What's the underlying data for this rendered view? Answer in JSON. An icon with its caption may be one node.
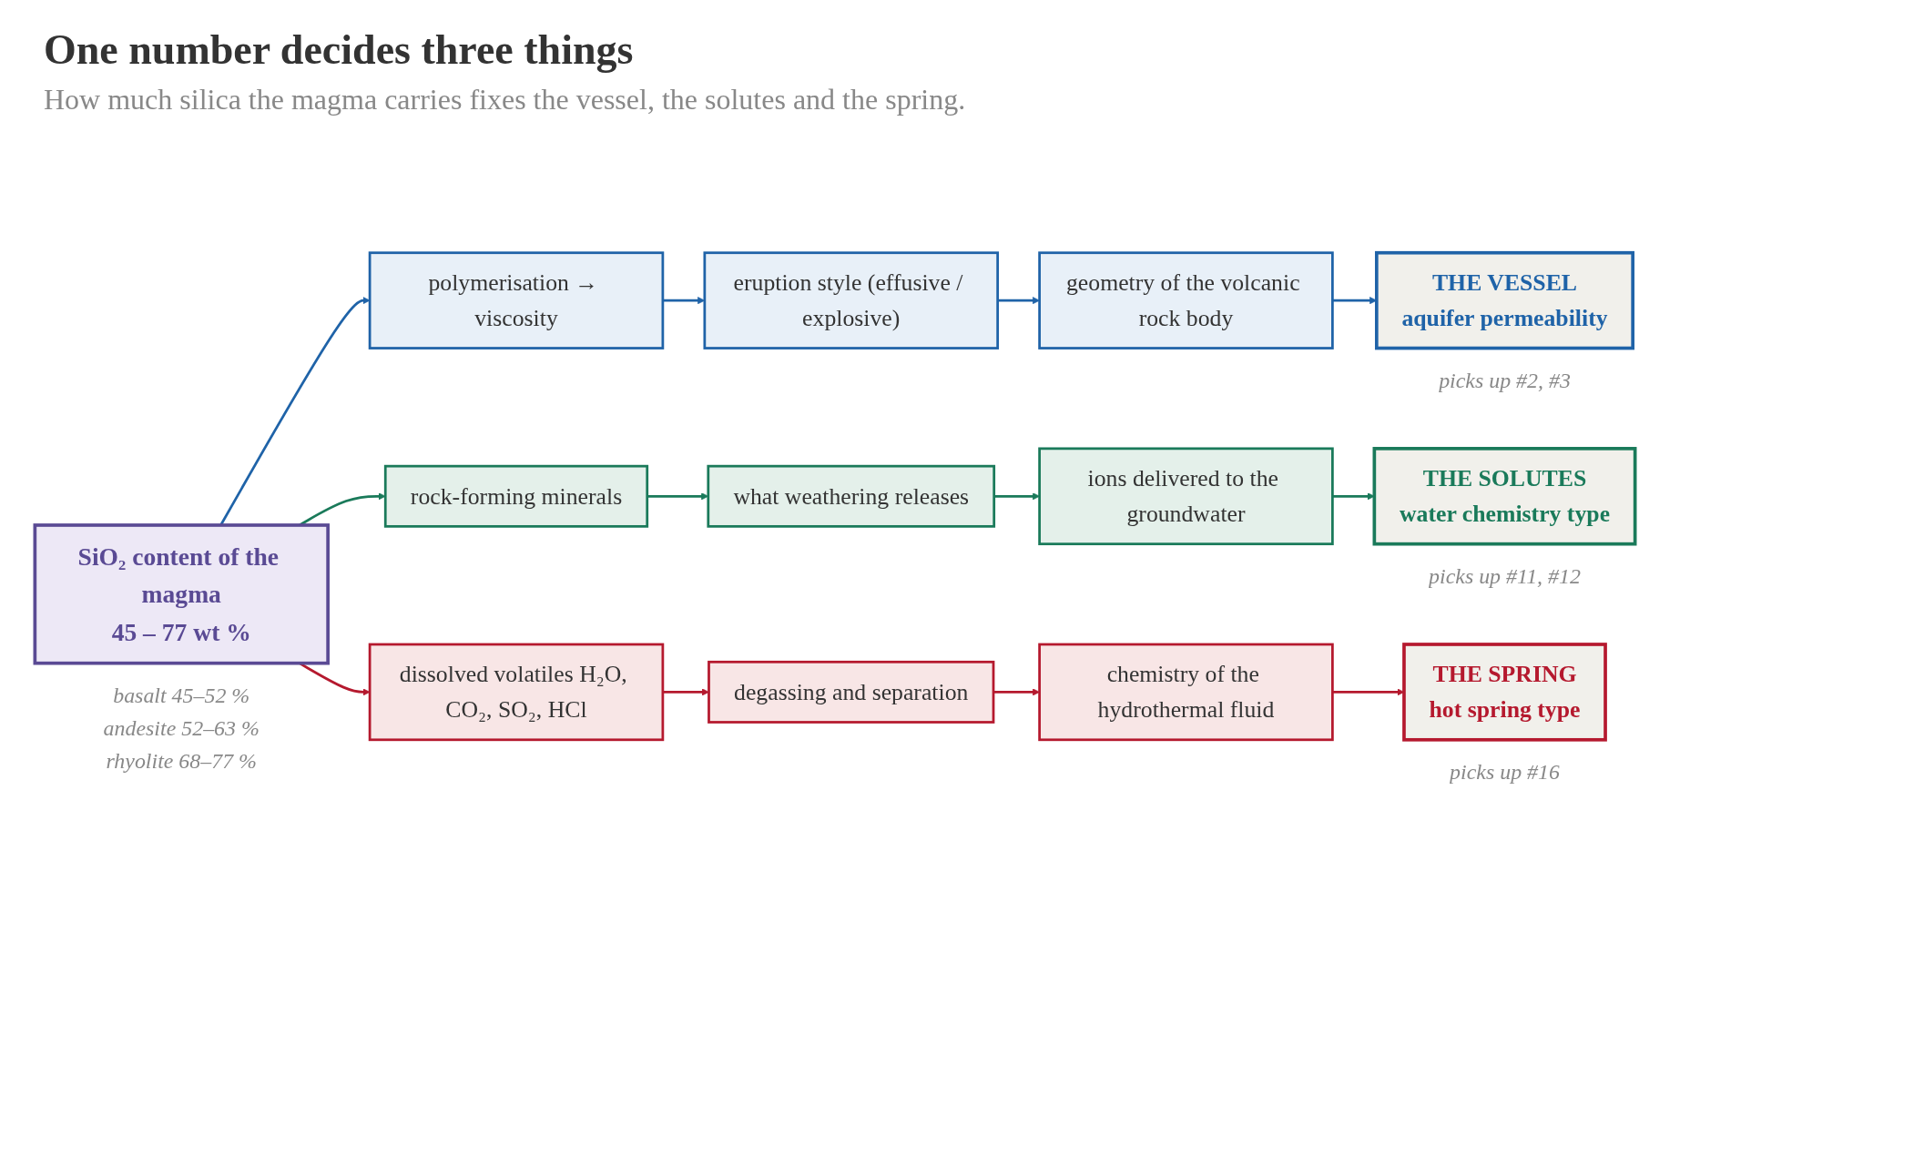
{
  "diagram": {
    "title": "One number decides three things",
    "caption": "How much silica the magma carries fixes the vessel, the solutes and the spring.",
    "nodes": [
      {
        "text": [
          "SiO₂ content of the magma",
          "45 – 77 wt %"
        ],
        "beside": [
          "basalt 45–52 %",
          "andesite 52–63 %",
          "rhyolite 68–77 %"
        ]
      },
      {
        "text": [
          "polymerisation → viscosity"
        ]
      },
      {
        "text": [
          "eruption style (effusive / explosive)"
        ]
      },
      {
        "text": [
          "geometry of the volcanic rock body"
        ]
      },
      {
        "text": [
          "THE VESSEL",
          "aquifer permeability"
        ],
        "beside": [
          "picks up #2, #3"
        ]
      },
      {
        "text": [
          "rock-forming minerals"
        ]
      },
      {
        "text": [
          "what weathering releases"
        ]
      },
      {
        "text": [
          "ions delivered to the groundwater"
        ]
      },
      {
        "text": [
          "THE SOLUTES",
          "water chemistry type"
        ],
        "beside": [
          "picks up #11, #12"
        ]
      },
      {
        "text": [
          "dissolved volatiles H₂O, CO₂, SO₂, HCl"
        ]
      },
      {
        "text": [
          "degassing and separation"
        ]
      },
      {
        "text": [
          "chemistry of the hydrothermal fluid"
        ]
      },
      {
        "text": [
          "THE SPRING",
          "hot spring type"
        ],
        "beside": [
          "picks up #16"
        ]
      }
    ],
    "edges": [
      {
        "from": 0,
        "to": 1,
        "arrow": "to",
        "color": "#1f63a8"
      },
      {
        "from": 1,
        "to": 2,
        "arrow": "to",
        "color": "#1f63a8"
      },
      {
        "from": 2,
        "to": 3,
        "arrow": "to",
        "color": "#1f63a8"
      },
      {
        "from": 3,
        "to": 4,
        "arrow": "to",
        "color": "#1f63a8"
      },
      {
        "from": 0,
        "to": 5,
        "arrow": "to",
        "color": "#1a7a5a"
      },
      {
        "from": 5,
        "to": 6,
        "arrow": "to",
        "color": "#1a7a5a"
      },
      {
        "from": 6,
        "to": 7,
        "arrow": "to",
        "color": "#1a7a5a"
      },
      {
        "from": 7,
        "to": 8,
        "arrow": "to",
        "color": "#1a7a5a"
      },
      {
        "from": 0,
        "to": 9,
        "arrow": "to",
        "color": "#b5192e"
      },
      {
        "from": 9,
        "to": 10,
        "arrow": "to",
        "color": "#b5192e"
      },
      {
        "from": 10,
        "to": 11,
        "arrow": "to",
        "color": "#b5192e"
      },
      {
        "from": 11,
        "to": 12,
        "arrow": "to",
        "color": "#b5192e"
      }
    ]
  }
}
